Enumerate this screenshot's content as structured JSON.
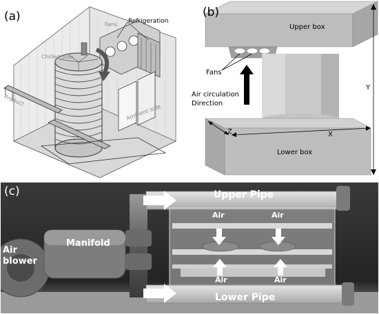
{
  "panel_a": {
    "letter": "(a)",
    "labels": {
      "fans": "Fans",
      "refrigeration": "Refrigeration",
      "chilled_side": "Chilled side",
      "product": "Product",
      "ambient_side": "Ambient side"
    }
  },
  "panel_b": {
    "letter": "(b)",
    "labels": {
      "upper_box": "Upper box",
      "lower_box": "Lower box",
      "fans": "Fans",
      "air_circulation": "Air circulation",
      "direction": "Direction",
      "dim_x": "X",
      "dim_y": "Y",
      "dim_z": "Z"
    }
  },
  "panel_c": {
    "letter": "(c)",
    "labels": {
      "upper_pipe": "Upper Pipe",
      "lower_pipe": "Lower Pipe",
      "air_blower_1": "Air",
      "air_blower_2": "blower",
      "manifold": "Manifold",
      "air_top_left": "Air",
      "air_top_right": "Air",
      "air_bottom_left": "Air",
      "air_bottom_right": "Air"
    }
  }
}
